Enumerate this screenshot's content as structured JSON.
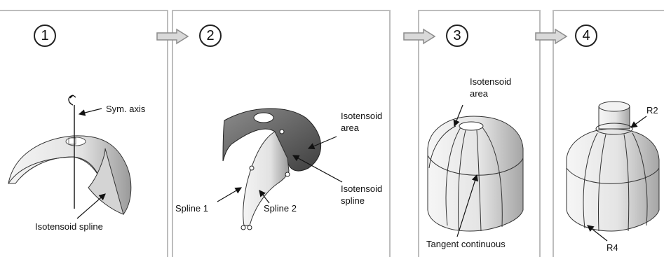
{
  "steps": [
    "1",
    "2",
    "3",
    "4"
  ],
  "panel1": {
    "sym_axis": "Sym. axis",
    "isotensoid_spline": "Isotensoid spline"
  },
  "panel2": {
    "isotensoid_area_line1": "Isotensoid",
    "isotensoid_area_line2": "area",
    "isotensoid_spline_line1": "Isotensoid",
    "isotensoid_spline_line2": "spline",
    "spline1": "Spline 1",
    "spline2": "Spline 2"
  },
  "panel3": {
    "isotensoid_area_line1": "Isotensoid",
    "isotensoid_area_line2": "area",
    "tangent": "Tangent continuous"
  },
  "panel4": {
    "r2": "R2",
    "r4": "R4"
  },
  "colors": {
    "border": "#bdbdbd",
    "arrow_fill": "#d9d9d9",
    "surface_light": "#e6e6e6",
    "surface_dark": "#6f6f6f"
  }
}
